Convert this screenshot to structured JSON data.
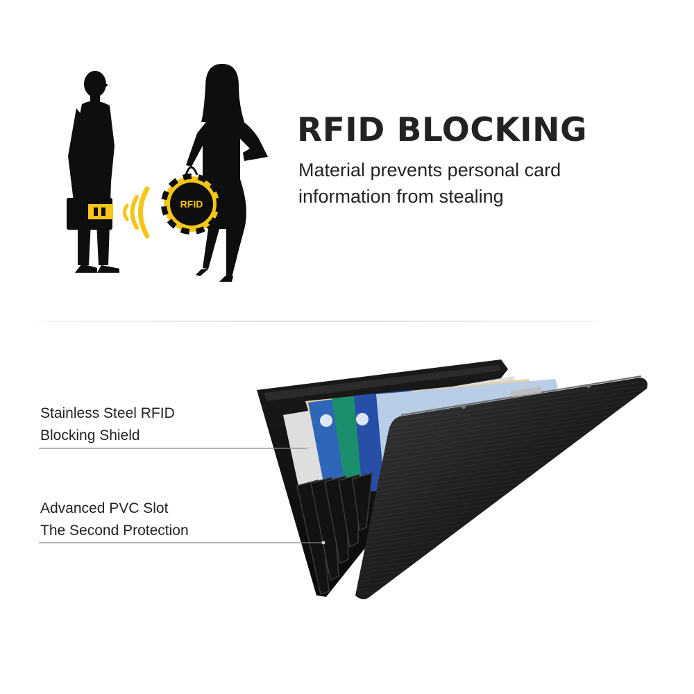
{
  "header": {
    "title": "RFID BLOCKING",
    "subtitle_line1": "Material prevents personal card",
    "subtitle_line2": "information from stealing"
  },
  "illustration": {
    "tag_label": "RFID",
    "accent_color": "#f5c518"
  },
  "callouts": [
    {
      "line1": "Stainless Steel RFID",
      "line2": "Blocking Shield"
    },
    {
      "line1": "Advanced PVC Slot",
      "line2": "The Second Protection"
    }
  ]
}
